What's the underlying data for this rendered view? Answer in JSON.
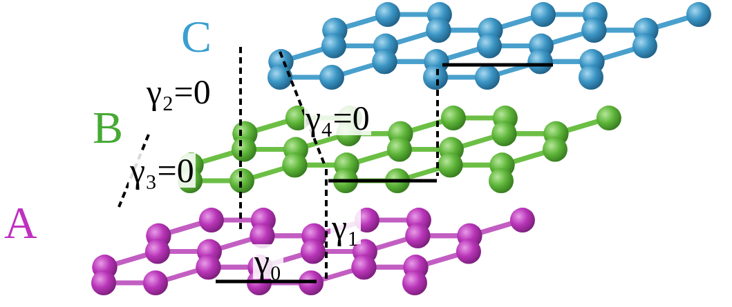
{
  "diagram": {
    "labels": [
      "C",
      "B",
      "A",
      "γ₂=0",
      "γ₄=0",
      "γ₃=0",
      "γ₁",
      "γ₀"
    ]
  }
}
